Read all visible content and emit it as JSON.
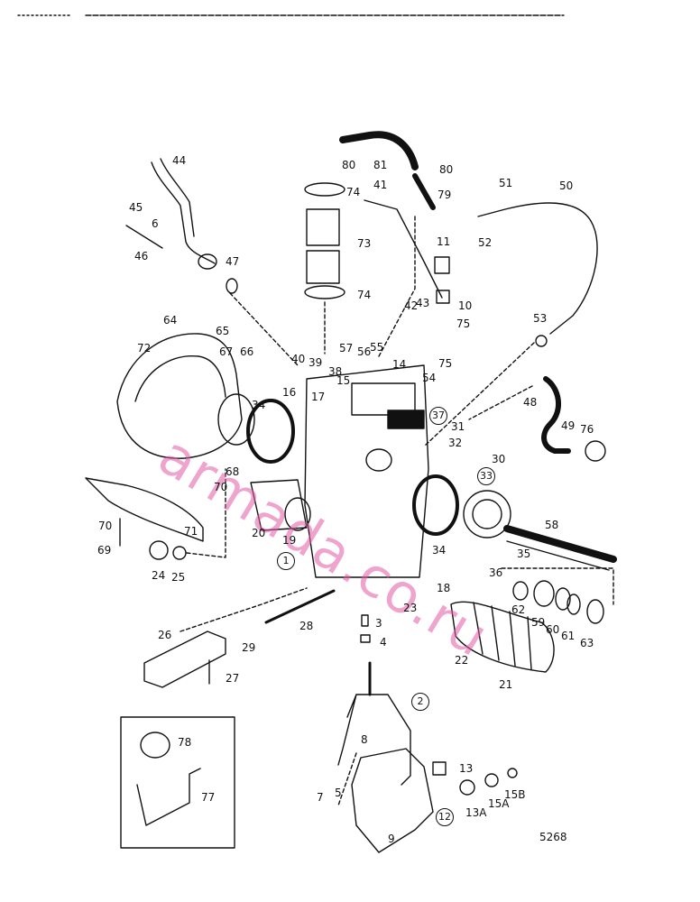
{
  "diagram": {
    "figure_code": "5268",
    "watermark": "armada.co.ru",
    "part_labels": [
      {
        "id": "44",
        "text": "44"
      },
      {
        "id": "45",
        "text": "45"
      },
      {
        "id": "6",
        "text": "6"
      },
      {
        "id": "46",
        "text": "46"
      },
      {
        "id": "47",
        "text": "47"
      },
      {
        "id": "64",
        "text": "64"
      },
      {
        "id": "65",
        "text": "65"
      },
      {
        "id": "72",
        "text": "72"
      },
      {
        "id": "67",
        "text": "67"
      },
      {
        "id": "66",
        "text": "66"
      },
      {
        "id": "34a",
        "text": "34"
      },
      {
        "id": "16",
        "text": "16"
      },
      {
        "id": "17",
        "text": "17"
      },
      {
        "id": "40",
        "text": "40"
      },
      {
        "id": "39",
        "text": "39"
      },
      {
        "id": "38",
        "text": "38"
      },
      {
        "id": "57",
        "text": "57"
      },
      {
        "id": "56",
        "text": "56"
      },
      {
        "id": "55",
        "text": "55"
      },
      {
        "id": "15",
        "text": "15"
      },
      {
        "id": "14",
        "text": "14"
      },
      {
        "id": "54",
        "text": "54"
      },
      {
        "id": "80a",
        "text": "80"
      },
      {
        "id": "81",
        "text": "81"
      },
      {
        "id": "80b",
        "text": "80"
      },
      {
        "id": "79",
        "text": "79"
      },
      {
        "id": "74a",
        "text": "74"
      },
      {
        "id": "73",
        "text": "73"
      },
      {
        "id": "74b",
        "text": "74"
      },
      {
        "id": "41",
        "text": "41"
      },
      {
        "id": "11",
        "text": "11"
      },
      {
        "id": "42",
        "text": "42"
      },
      {
        "id": "43",
        "text": "43"
      },
      {
        "id": "10",
        "text": "10"
      },
      {
        "id": "75a",
        "text": "75"
      },
      {
        "id": "75b",
        "text": "75"
      },
      {
        "id": "51",
        "text": "51"
      },
      {
        "id": "50",
        "text": "50"
      },
      {
        "id": "52",
        "text": "52"
      },
      {
        "id": "53",
        "text": "53"
      },
      {
        "id": "48",
        "text": "48"
      },
      {
        "id": "49",
        "text": "49"
      },
      {
        "id": "76",
        "text": "76"
      },
      {
        "id": "31",
        "text": "31"
      },
      {
        "id": "32",
        "text": "32"
      },
      {
        "id": "30",
        "text": "30"
      },
      {
        "id": "58",
        "text": "58"
      },
      {
        "id": "35",
        "text": "35"
      },
      {
        "id": "36",
        "text": "36"
      },
      {
        "id": "34b",
        "text": "34"
      },
      {
        "id": "18",
        "text": "18"
      },
      {
        "id": "23",
        "text": "23"
      },
      {
        "id": "62",
        "text": "62"
      },
      {
        "id": "59",
        "text": "59"
      },
      {
        "id": "60",
        "text": "60"
      },
      {
        "id": "61",
        "text": "61"
      },
      {
        "id": "63",
        "text": "63"
      },
      {
        "id": "22",
        "text": "22"
      },
      {
        "id": "21",
        "text": "21"
      },
      {
        "id": "68",
        "text": "68"
      },
      {
        "id": "70a",
        "text": "70"
      },
      {
        "id": "71",
        "text": "71"
      },
      {
        "id": "70b",
        "text": "70"
      },
      {
        "id": "69",
        "text": "69"
      },
      {
        "id": "20",
        "text": "20"
      },
      {
        "id": "19",
        "text": "19"
      },
      {
        "id": "24",
        "text": "24"
      },
      {
        "id": "25",
        "text": "25"
      },
      {
        "id": "26",
        "text": "26"
      },
      {
        "id": "28",
        "text": "28"
      },
      {
        "id": "29",
        "text": "29"
      },
      {
        "id": "27",
        "text": "27"
      },
      {
        "id": "3",
        "text": "3"
      },
      {
        "id": "4",
        "text": "4"
      },
      {
        "id": "78",
        "text": "78"
      },
      {
        "id": "77",
        "text": "77"
      },
      {
        "id": "8",
        "text": "8"
      },
      {
        "id": "13",
        "text": "13"
      },
      {
        "id": "7",
        "text": "7"
      },
      {
        "id": "5",
        "text": "5"
      },
      {
        "id": "13A",
        "text": "13A"
      },
      {
        "id": "15A",
        "text": "15A"
      },
      {
        "id": "15B",
        "text": "15B"
      },
      {
        "id": "9",
        "text": "9"
      }
    ],
    "circled_labels": [
      {
        "id": "37",
        "text": "37"
      },
      {
        "id": "33",
        "text": "33"
      },
      {
        "id": "1",
        "text": "1"
      },
      {
        "id": "2",
        "text": "2"
      },
      {
        "id": "12",
        "text": "12"
      }
    ]
  }
}
